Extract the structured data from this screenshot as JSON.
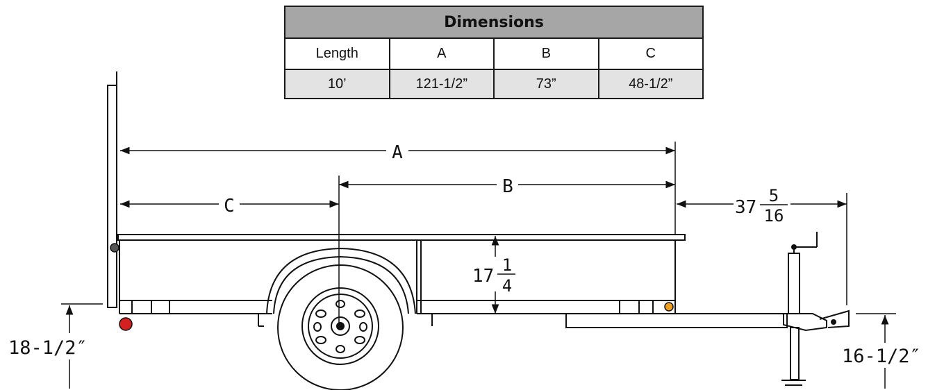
{
  "table": {
    "title": "Dimensions",
    "headers": [
      "Length",
      "A",
      "B",
      "C"
    ],
    "row": [
      "10’",
      "121-1/2”",
      "73”",
      "48-1/2”"
    ]
  },
  "diagram": {
    "label_a": "A",
    "label_b": "B",
    "label_c": "C",
    "tongue_whole": "37",
    "tongue_num": "5",
    "tongue_den": "16",
    "side_whole": "17",
    "side_num": "1",
    "side_den": "4",
    "rear_height": "18-1/2″",
    "coupler_height": "16-1/2″"
  },
  "colors": {
    "tail_light": "#d42020",
    "marker_light": "#f0a020",
    "header_bg": "#a6a6a6",
    "value_bg": "#e3e3e3"
  }
}
